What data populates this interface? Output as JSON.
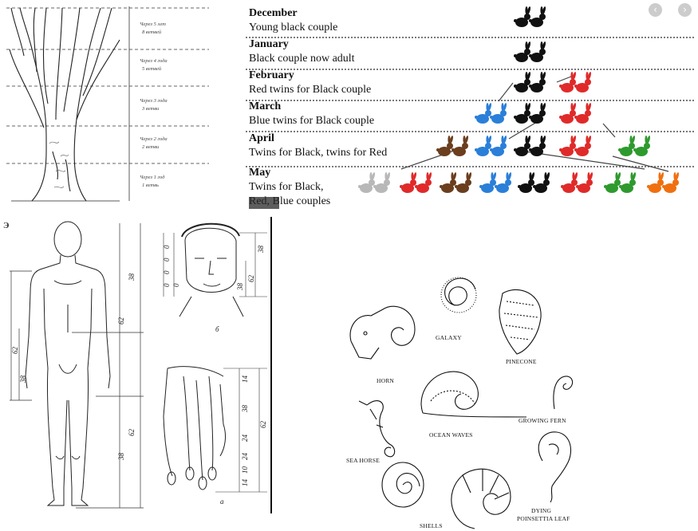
{
  "tree_panel": {
    "labels": [
      {
        "line1": "Через 5 лет",
        "line2": "8 ветвей"
      },
      {
        "line1": "Через 4 года",
        "line2": "5 ветвей"
      },
      {
        "line1": "Через 3 года",
        "line2": "3 ветви"
      },
      {
        "line1": "Через 2 года",
        "line2": "2 ветви"
      },
      {
        "line1": "Через 1 год",
        "line2": "1 ветвь"
      }
    ]
  },
  "rabbit_panel": {
    "rows": [
      {
        "month": "December",
        "desc": "Young black couple",
        "couples": [
          "black"
        ]
      },
      {
        "month": "January",
        "desc": "Black couple now adult",
        "couples": [
          "black"
        ]
      },
      {
        "month": "February",
        "desc": "Red twins for Black couple",
        "couples": [
          "black",
          "red"
        ]
      },
      {
        "month": "March",
        "desc": "Blue twins for Black couple",
        "couples": [
          "blue",
          "black",
          "red"
        ]
      },
      {
        "month": "April",
        "desc": "Twins for Black, twins for Red",
        "couples": [
          "brown",
          "blue",
          "black",
          "red",
          "green"
        ]
      },
      {
        "month": "May",
        "desc": "Twins for Black,",
        "desc2": "Red, Blue couples",
        "couples": [
          "grey",
          "red",
          "brown",
          "blue",
          "black",
          "red",
          "green",
          "orange"
        ]
      }
    ],
    "overlay_text": "Red, Blue couples",
    "controls": [
      "‹",
      "›"
    ],
    "colors": {
      "black": "#111111",
      "red": "#e02a2a",
      "blue": "#2a7fd8",
      "brown": "#6b3e1e",
      "green": "#2e9a2e",
      "orange": "#f07010",
      "grey": "#b8b8b8"
    }
  },
  "body_panel": {
    "dims_body": [
      "38",
      "62",
      "62",
      "38",
      "62",
      "38"
    ],
    "dims_face": [
      "0",
      "0",
      "0",
      "0",
      "0",
      "38",
      "62",
      "38"
    ],
    "dims_hand": [
      "14",
      "38",
      "24",
      "62",
      "24",
      "10",
      "14"
    ],
    "label_face": "б",
    "label_hand": "а",
    "corner_mark": "Э"
  },
  "spiral_panel": {
    "captions": {
      "horn": "HORN",
      "galaxy": "GALAXY",
      "pinecone": "PINECONE",
      "ocean": "OCEAN WAVES",
      "fern": "GROWING FERN",
      "seahorse": "SEA HORSE",
      "shells": "SHELLS",
      "leaf1": "DYING",
      "leaf2": "POINSETTIA LEAF"
    }
  }
}
